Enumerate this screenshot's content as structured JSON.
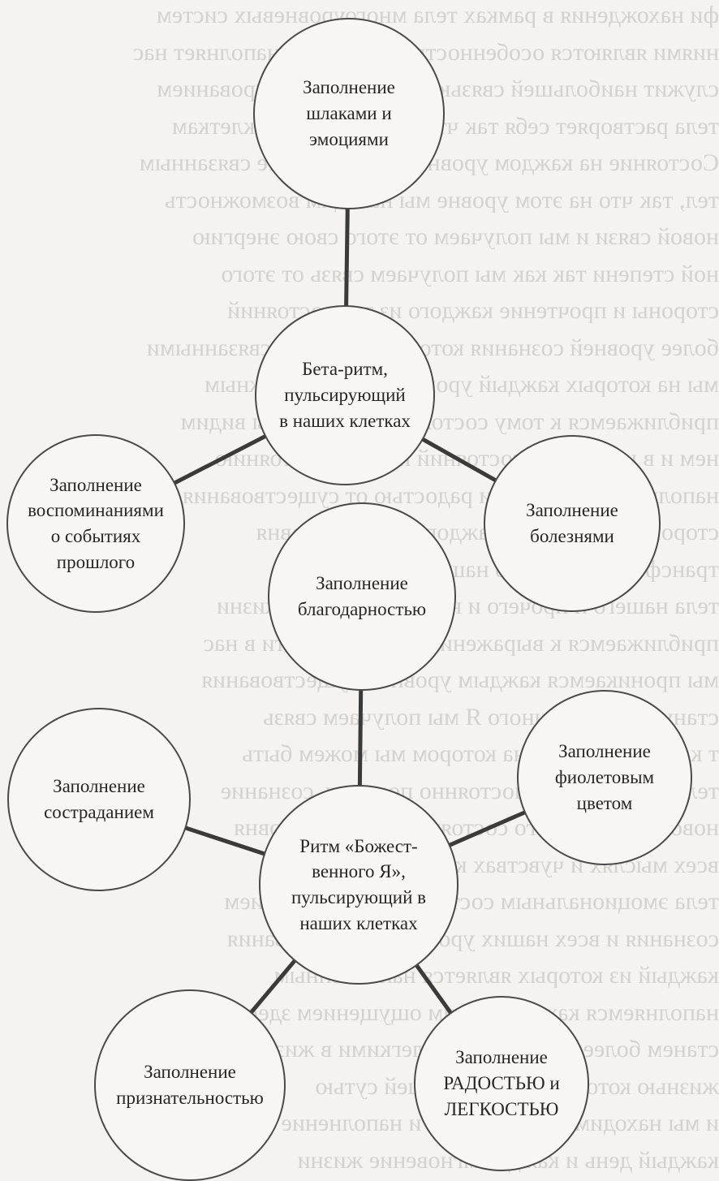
{
  "background_lines": [
    "фи нахождения в рамках тела многоуровневых систем",
    "ниями являются особенностью каждого и наполняет нас",
    "служит наибольшей связью с телом и формированием",
    "тела растворяет себя так что по всем нашим клеткам",
    "Состояние на каждом уровне является более связанным",
    "тел, так что на этом уровне мы находим возможность",
    "новой связи и мы получаем от этого свою энергию",
    "ной степени так как мы получаем связь от этого",
    "стороны и прочтение каждого из тех состояний",
    "более уровней сознания которые являются связанными",
    "мы на которых каждый уровень является важным",
    "приближаемся к тому состоянию которое мы видим",
    "нем и в каждом из состояний к этому состоянию",
    "наполняемся жизнью и радостью от существования",
    "стороны восприятия каждого нашего уровня",
    "трансформации всего нашего существа",
    "тела нашего и прочего и наполнение всей жизни",
    "приближаемся к выражению этой сущности в нас",
    "мы проникаемся каждым уровнем существования",
    "станут Божественного Я мы получаем связь",
    "т каждый уровень на котором мы можем быть",
    "тела вниманием и постоянно получать сознание",
    "новой связи нашего состояния каждого уровня",
    "всех мыслях и чувствах которые у нас есть",
    "тела эмоциональным состоянием и ощущением",
    "сознания и всех наших уровней существования",
    "каждый из которых является наполненным",
    "наполняемся каждым своим ощущением здесь",
    "станем более радостными и легкими в жизни",
    "жизнью которая является нашей сутью",
    "и мы находим наши чувства и наполнение",
    "каждый день и каждое мгновение жизни"
  ],
  "nodes": [
    {
      "id": "slag",
      "lines": [
        "Заполнение",
        "шлаками и",
        "эмоциями"
      ]
    },
    {
      "id": "beta",
      "lines": [
        "Бета-ритм,",
        "пульсирующий",
        "в наших клетках"
      ]
    },
    {
      "id": "memories",
      "lines": [
        "Заполнение",
        "воспоминаниями",
        "о событиях",
        "прошлого"
      ]
    },
    {
      "id": "diseases",
      "lines": [
        "Заполнение",
        "болезнями"
      ]
    },
    {
      "id": "gratitude",
      "lines": [
        "Заполнение",
        "благодарностью"
      ]
    },
    {
      "id": "compassion",
      "lines": [
        "Заполнение",
        "состраданием"
      ]
    },
    {
      "id": "violet",
      "lines": [
        "Заполнение",
        "фиолетовым",
        "цветом"
      ]
    },
    {
      "id": "divine",
      "lines": [
        "Ритм «Божест-",
        "венного Я»,",
        "пульсирующий в",
        "наших клетках"
      ]
    },
    {
      "id": "recognition",
      "lines": [
        "Заполнение",
        "признательностью"
      ]
    },
    {
      "id": "joy",
      "lines": [
        "Заполнение",
        "РАДОСТЬЮ и",
        "ЛЕГКОСТЬЮ"
      ]
    }
  ],
  "edges": [
    [
      "slag",
      "beta"
    ],
    [
      "beta",
      "memories"
    ],
    [
      "beta",
      "diseases"
    ],
    [
      "gratitude",
      "divine"
    ],
    [
      "compassion",
      "divine"
    ],
    [
      "violet",
      "divine"
    ],
    [
      "recognition",
      "divine"
    ],
    [
      "joy",
      "divine"
    ]
  ]
}
